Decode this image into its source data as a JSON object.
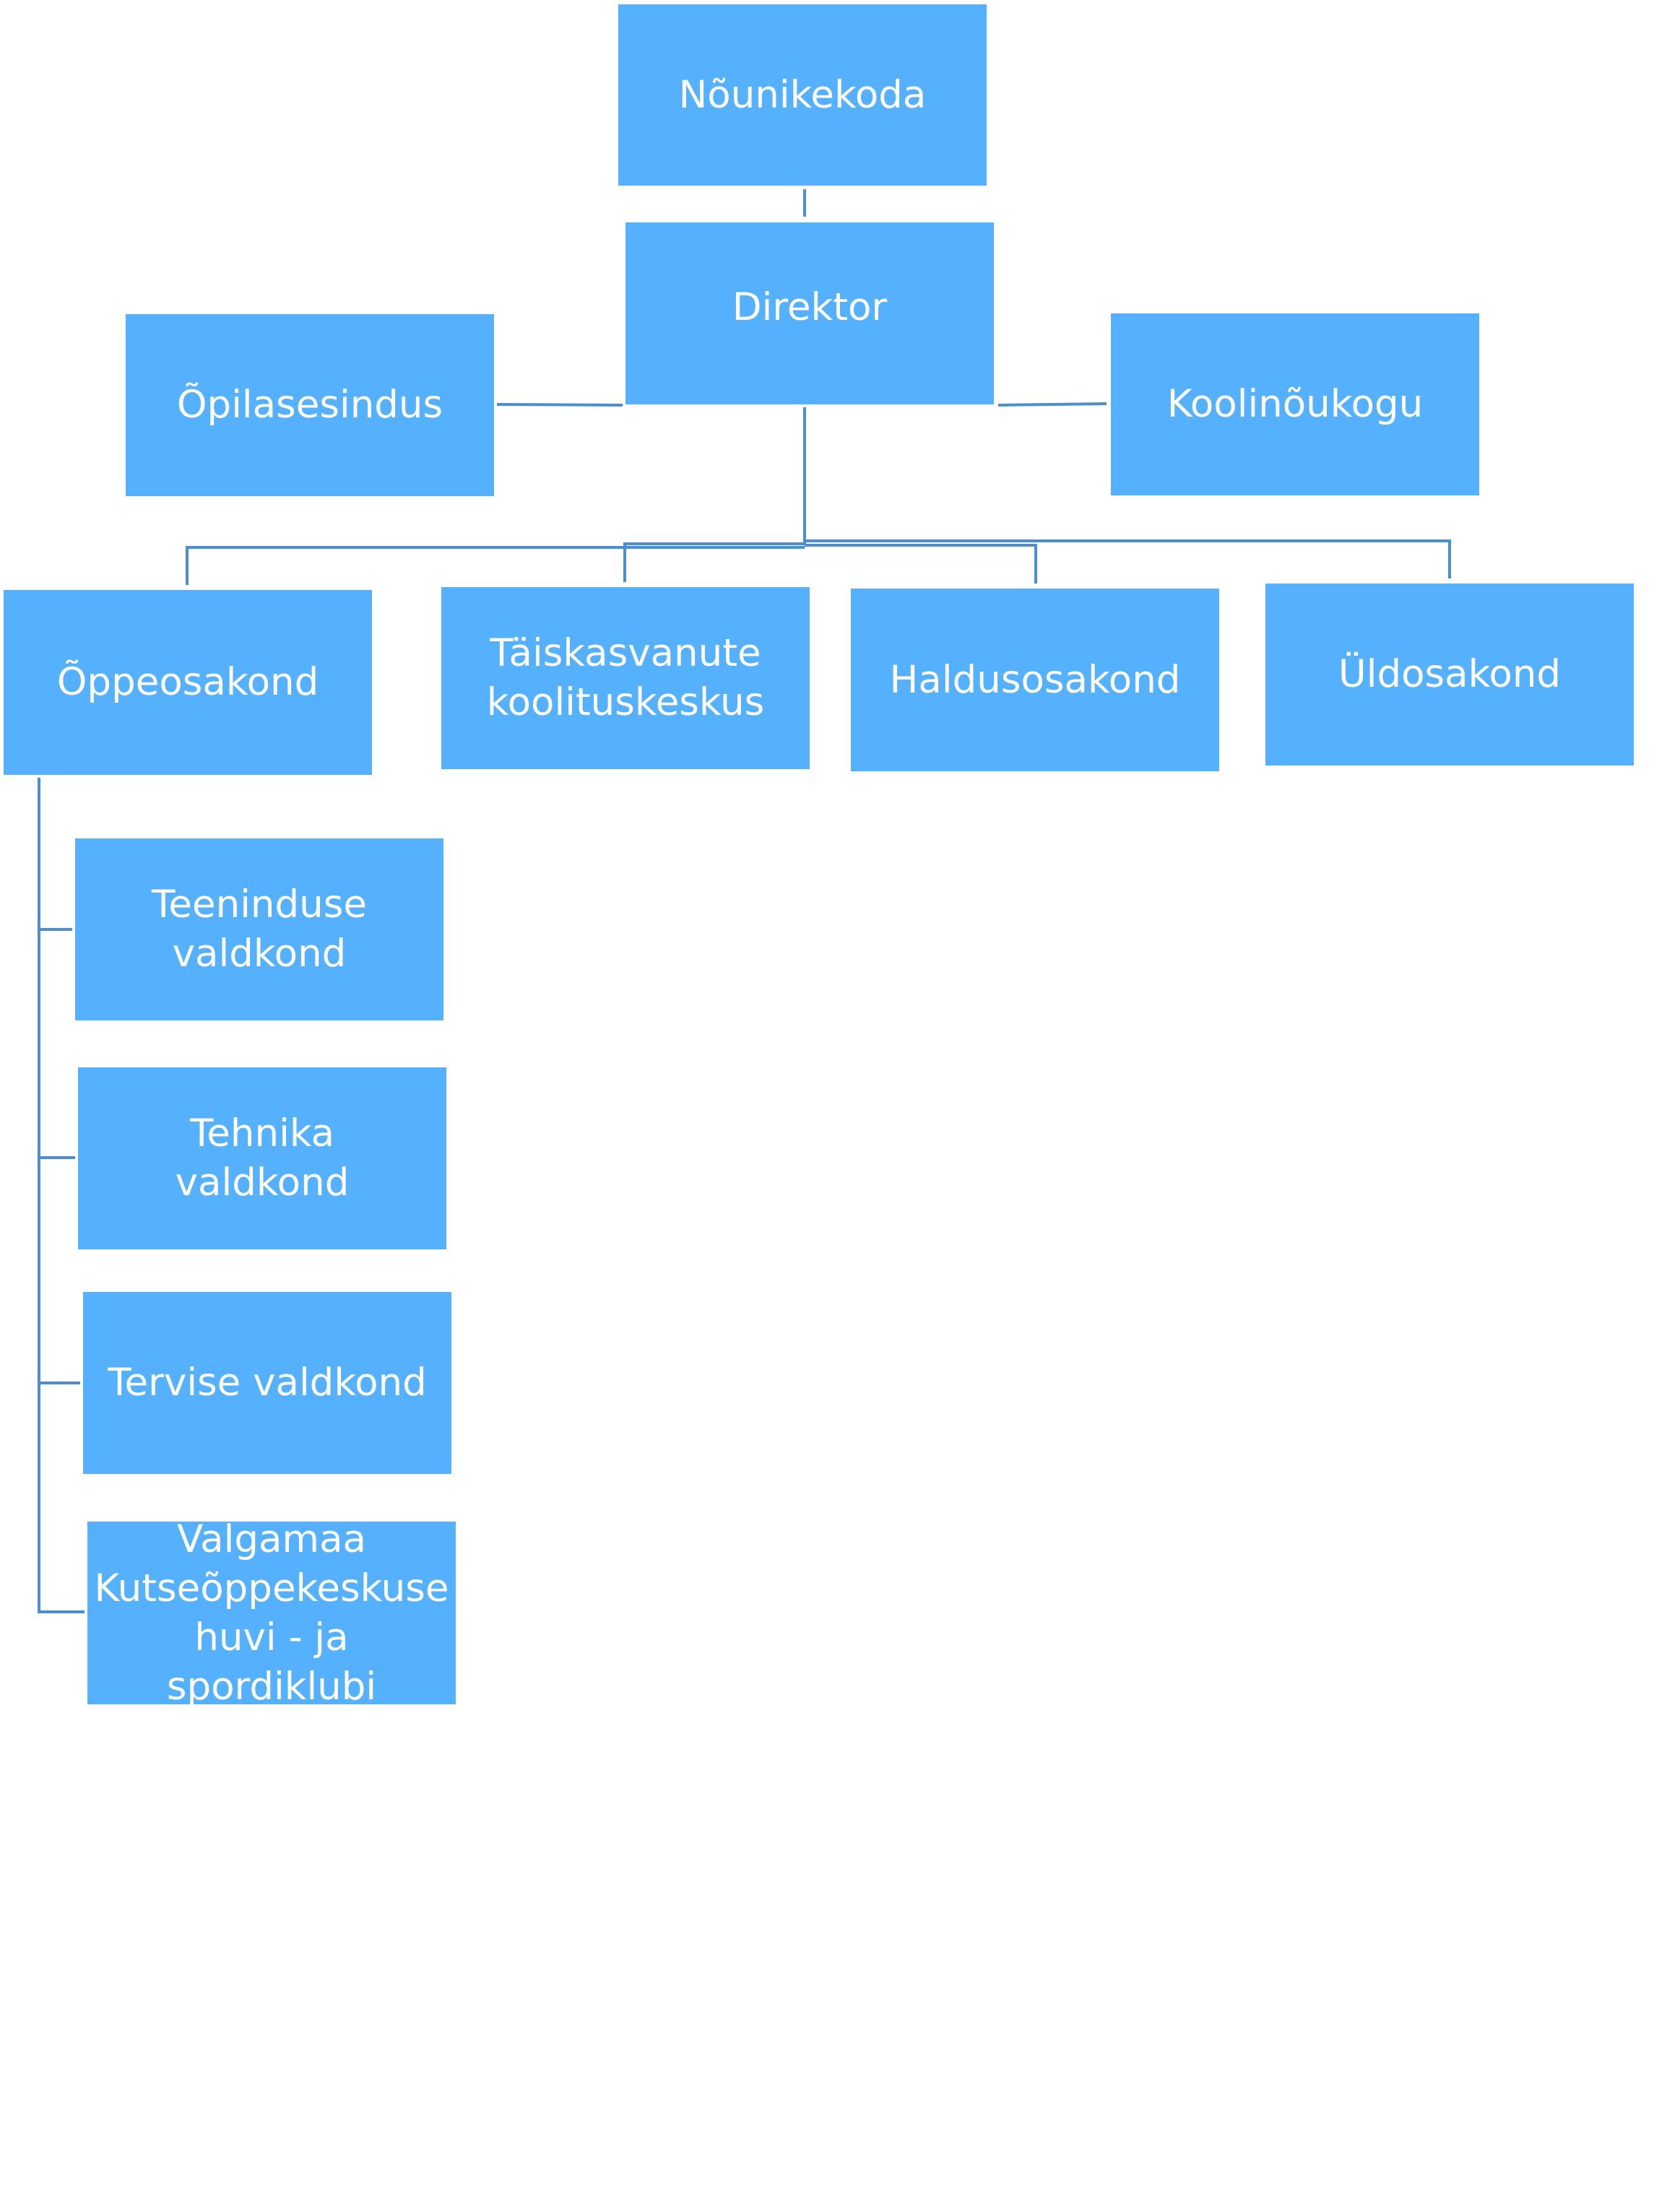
{
  "nodes": {
    "nounikekoda": "Nõunikekoda",
    "direktor": "Direktor",
    "opilasesindus": "Õpilasesindus",
    "koolinoukogu": "Koolinõukogu",
    "oppeosakond": "Õppeosakond",
    "taiskasvanute": "Täiskasvanute\nkoolituskeskus",
    "haldusosakond": "Haldusosakond",
    "uldosakond": "Üldosakond",
    "teeninduse": "Teeninduse\nvaldkond",
    "tehnika": "Tehnika\nvaldkond",
    "tervise": "Tervise valdkond",
    "valgamaa": "Valgamaa\nKutseõppekeskuse\nhuvi - ja spordiklubi"
  },
  "colors": {
    "box": "#55b1fd",
    "line": "#4a8fd0",
    "text": "#ffffff"
  }
}
